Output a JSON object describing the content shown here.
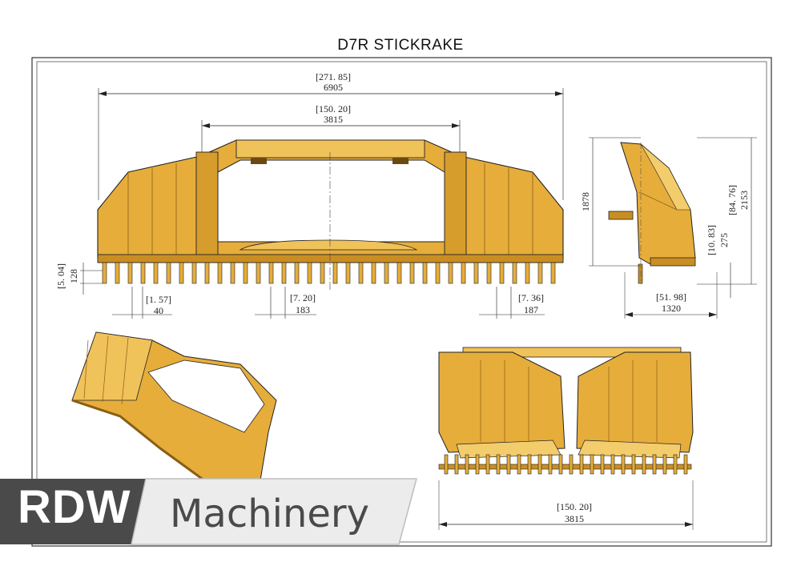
{
  "title": "D7R STICKRAKE",
  "colors": {
    "body": "#e6ad3b",
    "shade": "#b9821f",
    "light": "#f4cf73",
    "line": "#222222"
  },
  "front_view": {
    "overall_in": "[271. 85]",
    "overall_mm": "6905",
    "frame_in": "[150. 20]",
    "frame_mm": "3815",
    "tooth_len_in": "[5. 04]",
    "tooth_len_mm": "128",
    "tooth_w_in": "[1. 57]",
    "tooth_w_mm": "40",
    "pitch_c_in": "[7. 20]",
    "pitch_c_mm": "183",
    "pitch_r_in": "[7. 36]",
    "pitch_r_mm": "187"
  },
  "side_view": {
    "height_mm": "1878",
    "total_in": "[84. 76]",
    "total_mm": "2153",
    "low_in": "[10. 83]",
    "low_mm": "275",
    "depth_in": "[51. 98]",
    "depth_mm": "1320"
  },
  "rear_view": {
    "width_in": "[150. 20]",
    "width_mm": "3815"
  },
  "logo": {
    "brand": "RDW",
    "sub": "Machinery"
  }
}
